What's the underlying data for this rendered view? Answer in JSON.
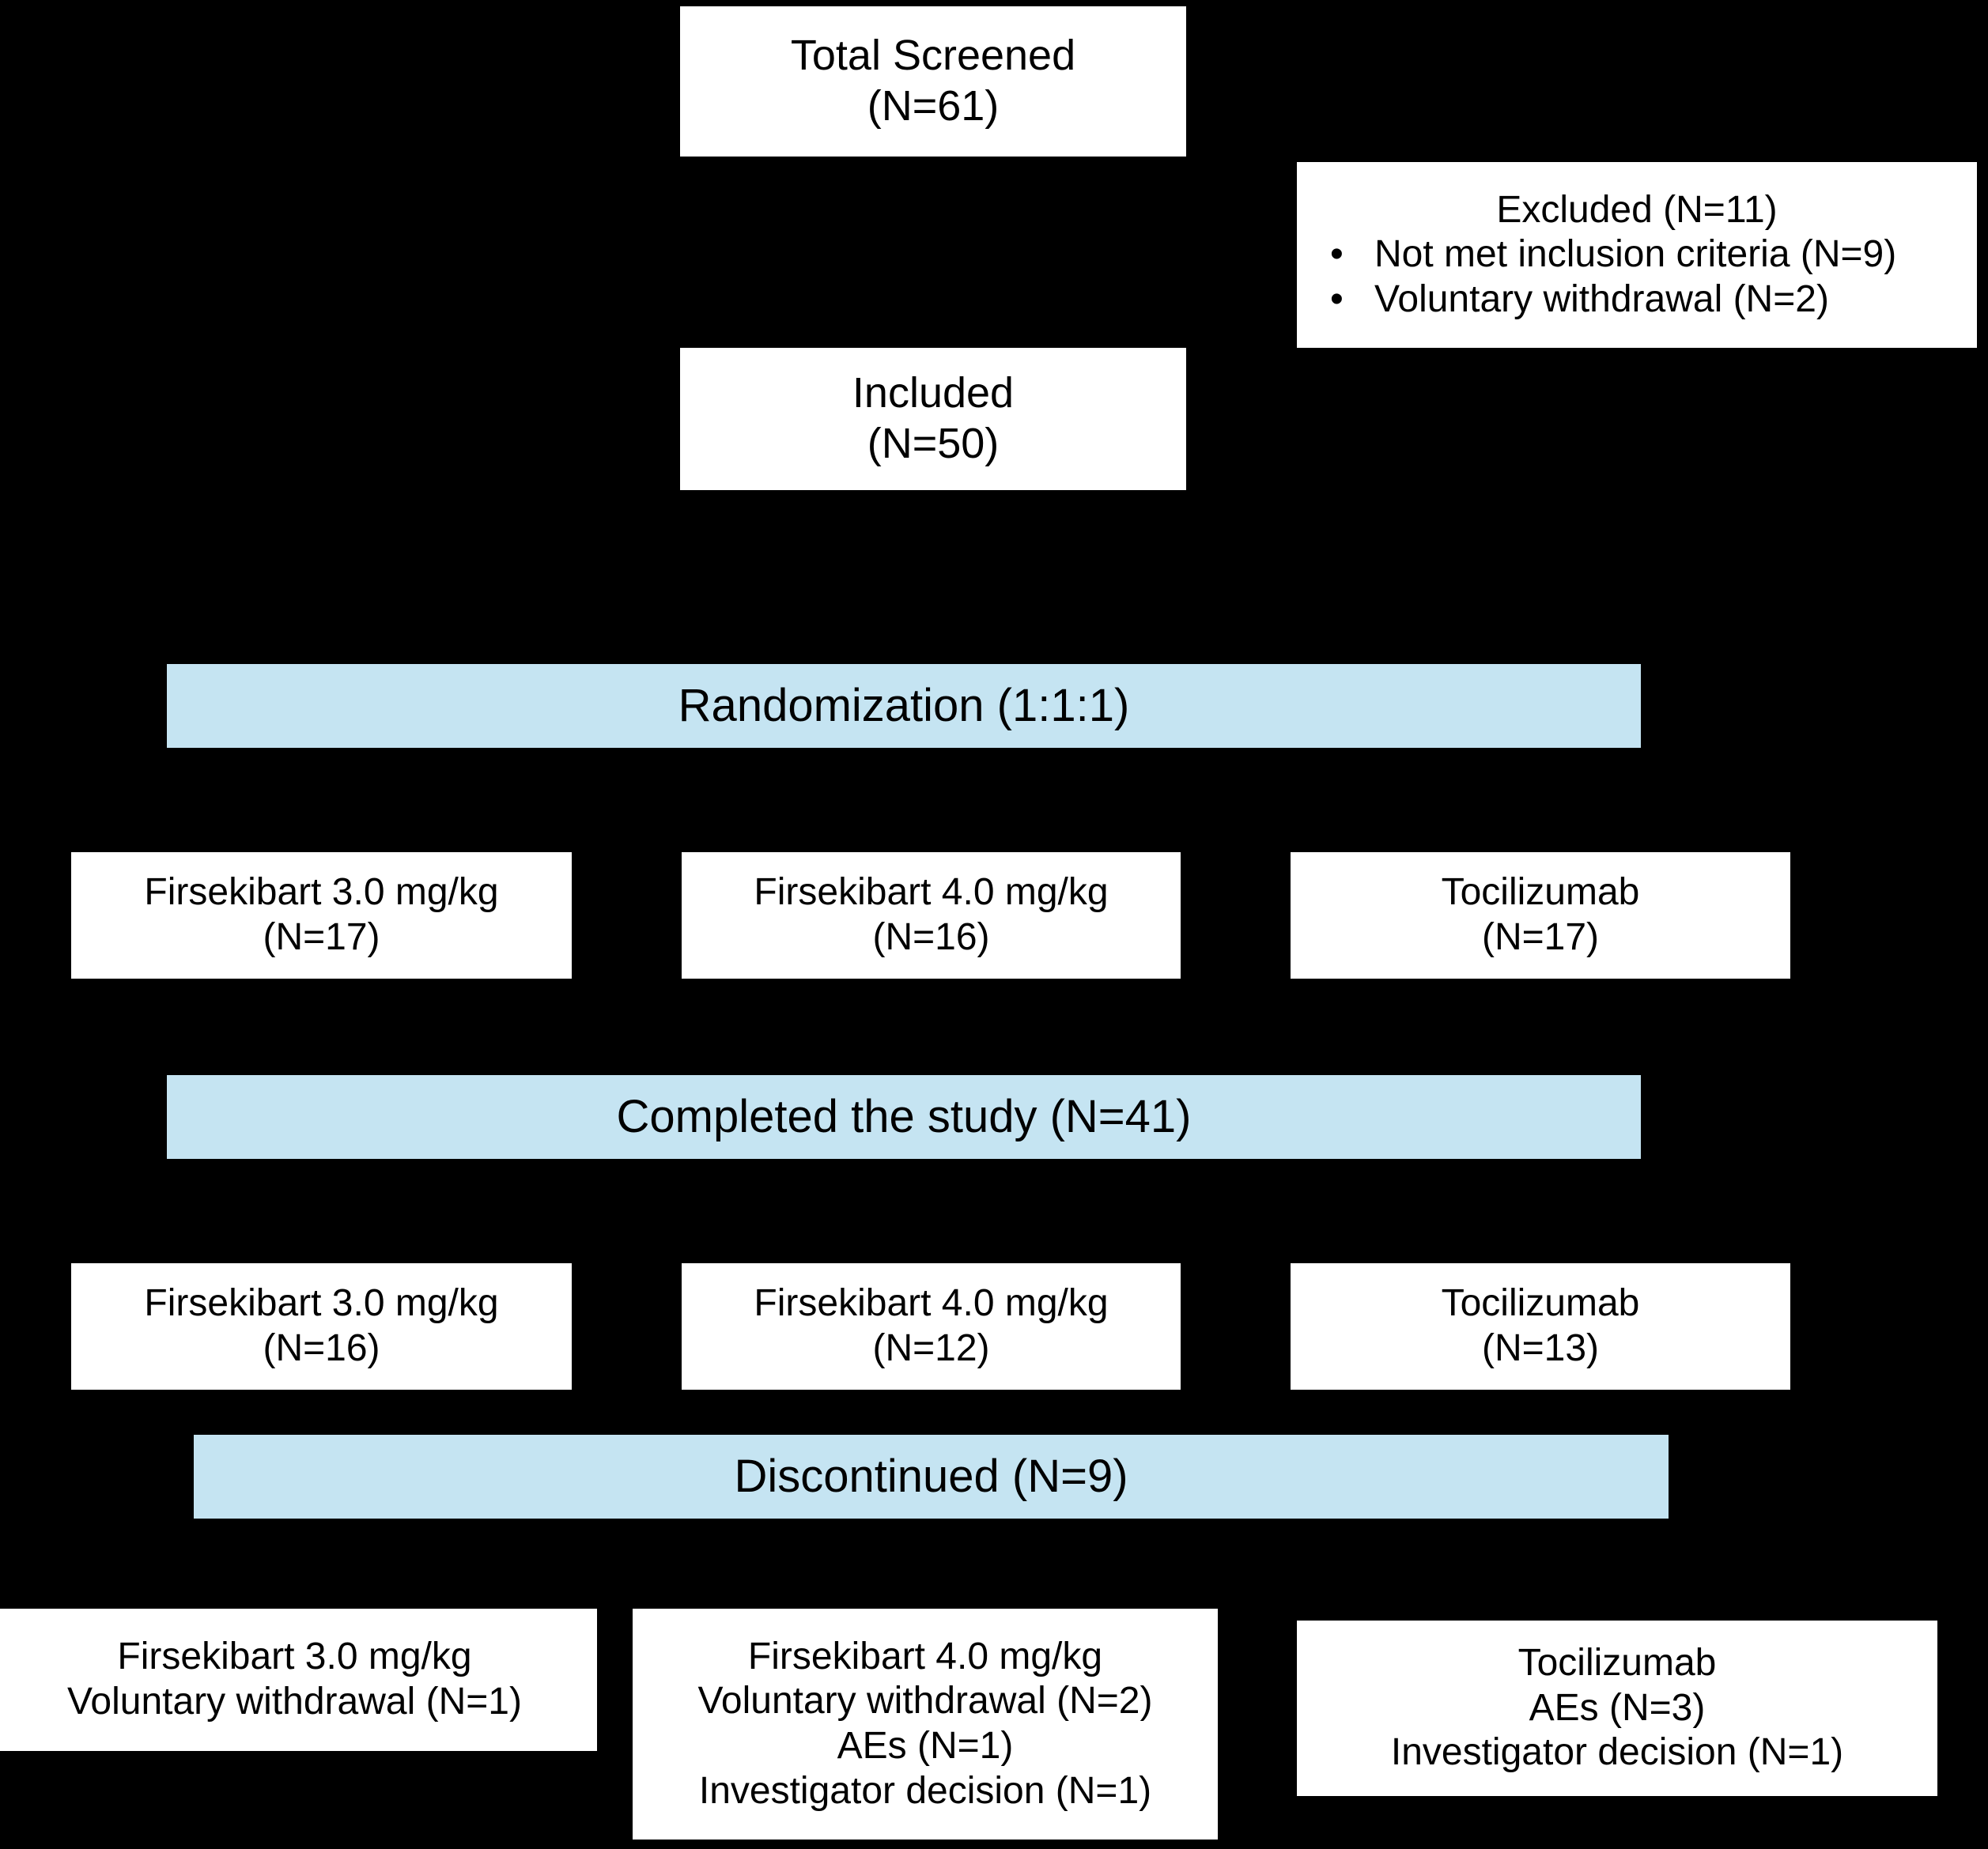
{
  "figure": {
    "type": "consort-flow-diagram",
    "background_color": "#000000",
    "box_fill": "#ffffff",
    "band_fill": "#c5e4f2",
    "text_color": "#000000"
  },
  "nodes": {
    "total_screened": {
      "line1": "Total Screened",
      "line2": "(N=61)"
    },
    "excluded": {
      "heading": "Excluded (N=11)",
      "bullet_mark": "•",
      "items": [
        "Not met inclusion criteria (N=9)",
        "Voluntary withdrawal (N=2)"
      ]
    },
    "included": {
      "line1": "Included",
      "line2": "(N=50)"
    },
    "randomization": {
      "label": "Randomization (1:1:1)"
    },
    "completed": {
      "label": "Completed the study (N=41)"
    },
    "discontinued": {
      "label": "Discontinued (N=9)"
    }
  },
  "randomized_arms": [
    {
      "name": "Firsekibart 3.0 mg/kg",
      "count": "(N=17)"
    },
    {
      "name": "Firsekibart 4.0 mg/kg",
      "count": "(N=16)"
    },
    {
      "name": "Tocilizumab",
      "count": "(N=17)"
    }
  ],
  "completed_arms": [
    {
      "name": "Firsekibart 3.0 mg/kg",
      "count": "(N=16)"
    },
    {
      "name": "Firsekibart 4.0 mg/kg",
      "count": "(N=12)"
    },
    {
      "name": "Tocilizumab",
      "count": "(N=13)"
    }
  ],
  "discontinued_arms": [
    {
      "name": "Firsekibart 3.0 mg/kg",
      "reason1": "Voluntary withdrawal (N=1)",
      "reason2": "",
      "reason3": ""
    },
    {
      "name": "Firsekibart 4.0 mg/kg",
      "reason1": "Voluntary withdrawal (N=2)",
      "reason2": "AEs (N=1)",
      "reason3": "Investigator decision (N=1)"
    },
    {
      "name": "Tocilizumab",
      "reason1": "AEs (N=3)",
      "reason2": "Investigator decision (N=1)",
      "reason3": ""
    }
  ]
}
